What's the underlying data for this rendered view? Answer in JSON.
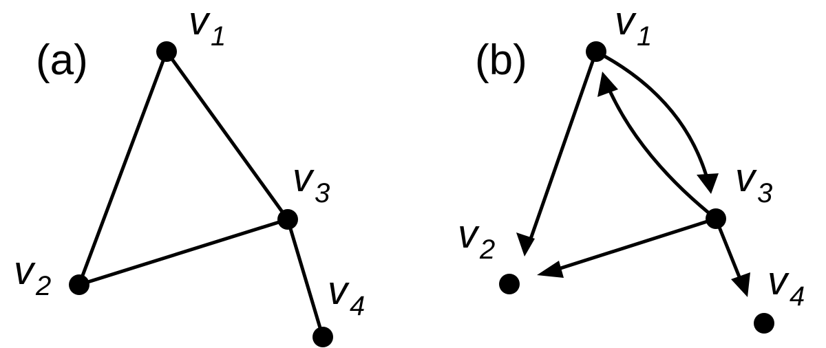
{
  "panel_a": {
    "label": "(a)",
    "nodes": [
      {
        "id": "v1",
        "letter": "v",
        "index": "1"
      },
      {
        "id": "v2",
        "letter": "v",
        "index": "2"
      },
      {
        "id": "v3",
        "letter": "v",
        "index": "3"
      },
      {
        "id": "v4",
        "letter": "v",
        "index": "4"
      }
    ],
    "edges": [
      {
        "from": "v1",
        "to": "v2",
        "directed": false
      },
      {
        "from": "v1",
        "to": "v3",
        "directed": false
      },
      {
        "from": "v2",
        "to": "v3",
        "directed": false
      },
      {
        "from": "v3",
        "to": "v4",
        "directed": false
      }
    ]
  },
  "panel_b": {
    "label": "(b)",
    "nodes": [
      {
        "id": "v1",
        "letter": "v",
        "index": "1"
      },
      {
        "id": "v2",
        "letter": "v",
        "index": "2"
      },
      {
        "id": "v3",
        "letter": "v",
        "index": "3"
      },
      {
        "id": "v4",
        "letter": "v",
        "index": "4"
      }
    ],
    "edges": [
      {
        "from": "v1",
        "to": "v2",
        "directed": true
      },
      {
        "from": "v1",
        "to": "v3",
        "directed": true
      },
      {
        "from": "v3",
        "to": "v1",
        "directed": true
      },
      {
        "from": "v3",
        "to": "v2",
        "directed": true
      },
      {
        "from": "v3",
        "to": "v4",
        "directed": true
      }
    ]
  }
}
